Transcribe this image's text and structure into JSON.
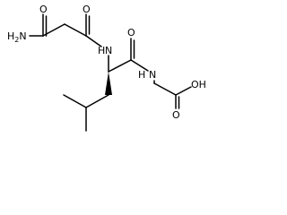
{
  "molecule": {
    "atoms": {
      "amide_o": "O",
      "amide_n": "H2N",
      "acyl_o": "O",
      "nh1": "N",
      "nh1_h": "H",
      "leu_o": "O",
      "nh2": "N",
      "nh2_h": "H",
      "acid_o": "O",
      "acid_oh": "OH"
    },
    "stereo": "wedge"
  }
}
